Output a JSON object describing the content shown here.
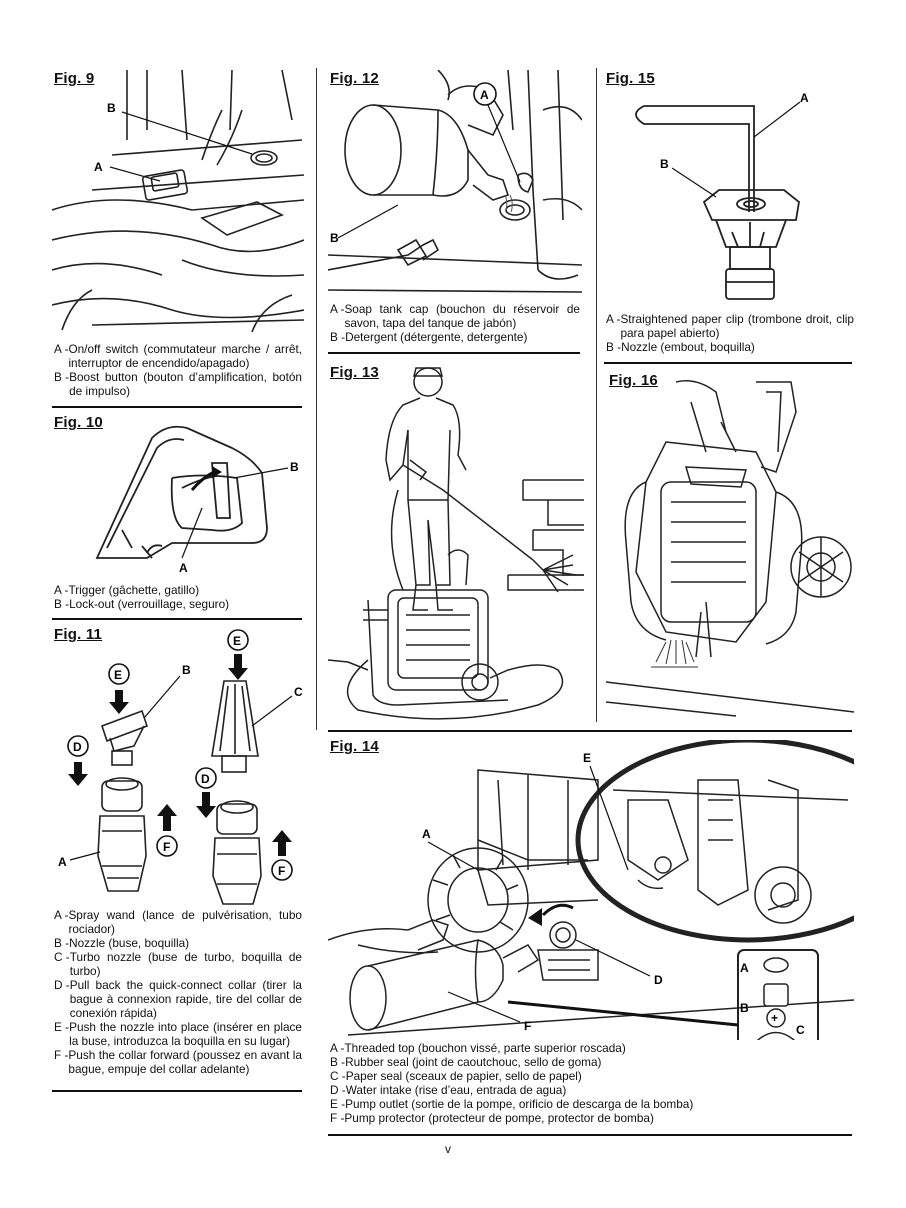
{
  "page_number": "v",
  "figures": {
    "fig9": {
      "title": "Fig. 9",
      "callouts": [
        "A",
        "B"
      ],
      "legend": [
        {
          "key": "A - ",
          "text": "On/off switch (commutateur marche / arrêt, interruptor de encendido/apagado)"
        },
        {
          "key": "B - ",
          "text": "Boost button (bouton d’amplification, botón de impulso)"
        }
      ]
    },
    "fig10": {
      "title": "Fig. 10",
      "callouts": [
        "A",
        "B"
      ],
      "legend": [
        {
          "key": "A - ",
          "text": "Trigger (gâchette, gatillo)"
        },
        {
          "key": "B - ",
          "text": "Lock-out (verrouillage, seguro)"
        }
      ]
    },
    "fig11": {
      "title": "Fig. 11",
      "callouts": [
        "A",
        "B",
        "C",
        "D",
        "E",
        "F"
      ],
      "legend": [
        {
          "key": "A - ",
          "text": "Spray wand (lance de pulvérisation, tubo rociador)"
        },
        {
          "key": "B - ",
          "text": "Nozzle (buse, boquilla)"
        },
        {
          "key": "C - ",
          "text": "Turbo nozzle (buse de turbo, boquilla de turbo)"
        },
        {
          "key": "D - ",
          "text": "Pull back the quick-connect collar (tirer la bague à connexion rapide, tire del collar de conexión rápida)"
        },
        {
          "key": "E - ",
          "text": "Push the nozzle into place (insérer en place la buse, introduzca la boquilla en su lugar)"
        },
        {
          "key": "F - ",
          "text": "Push the collar forward (poussez en avant la bague, empuje del collar adelante)"
        }
      ]
    },
    "fig12": {
      "title": "Fig. 12",
      "callouts": [
        "A",
        "B"
      ],
      "legend": [
        {
          "key": "A - ",
          "text": "Soap tank cap (bouchon du réservoir de savon, tapa del tanque de jabón)"
        },
        {
          "key": "B - ",
          "text": "Detergent (détergente, detergente)"
        }
      ]
    },
    "fig13": {
      "title": "Fig. 13"
    },
    "fig14": {
      "title": "Fig. 14",
      "callouts": [
        "A",
        "B",
        "C",
        "D",
        "E",
        "F"
      ],
      "legend": [
        {
          "key": "A - ",
          "text": "Threaded top (bouchon vissé, parte superior roscada)"
        },
        {
          "key": "B - ",
          "text": "Rubber seal (joint de caoutchouc, sello de goma)"
        },
        {
          "key": "C - ",
          "text": "Paper seal (sceaux de papier, sello de papel)"
        },
        {
          "key": "D - ",
          "text": "Water intake (rise d’eau, entrada de agua)"
        },
        {
          "key": "E - ",
          "text": "Pump outlet (sortie de la pompe, orificio de descarga de la bomba)"
        },
        {
          "key": "F - ",
          "text": "Pump protector (protecteur de pompe, protector de bomba)"
        }
      ]
    },
    "fig15": {
      "title": "Fig. 15",
      "callouts": [
        "A",
        "B"
      ],
      "legend": [
        {
          "key": "A - ",
          "text": "Straightened paper clip (trombone droit, clip para papel abierto)"
        },
        {
          "key": "B - ",
          "text": "Nozzle (embout, boquilla)"
        }
      ]
    },
    "fig16": {
      "title": "Fig. 16"
    }
  }
}
